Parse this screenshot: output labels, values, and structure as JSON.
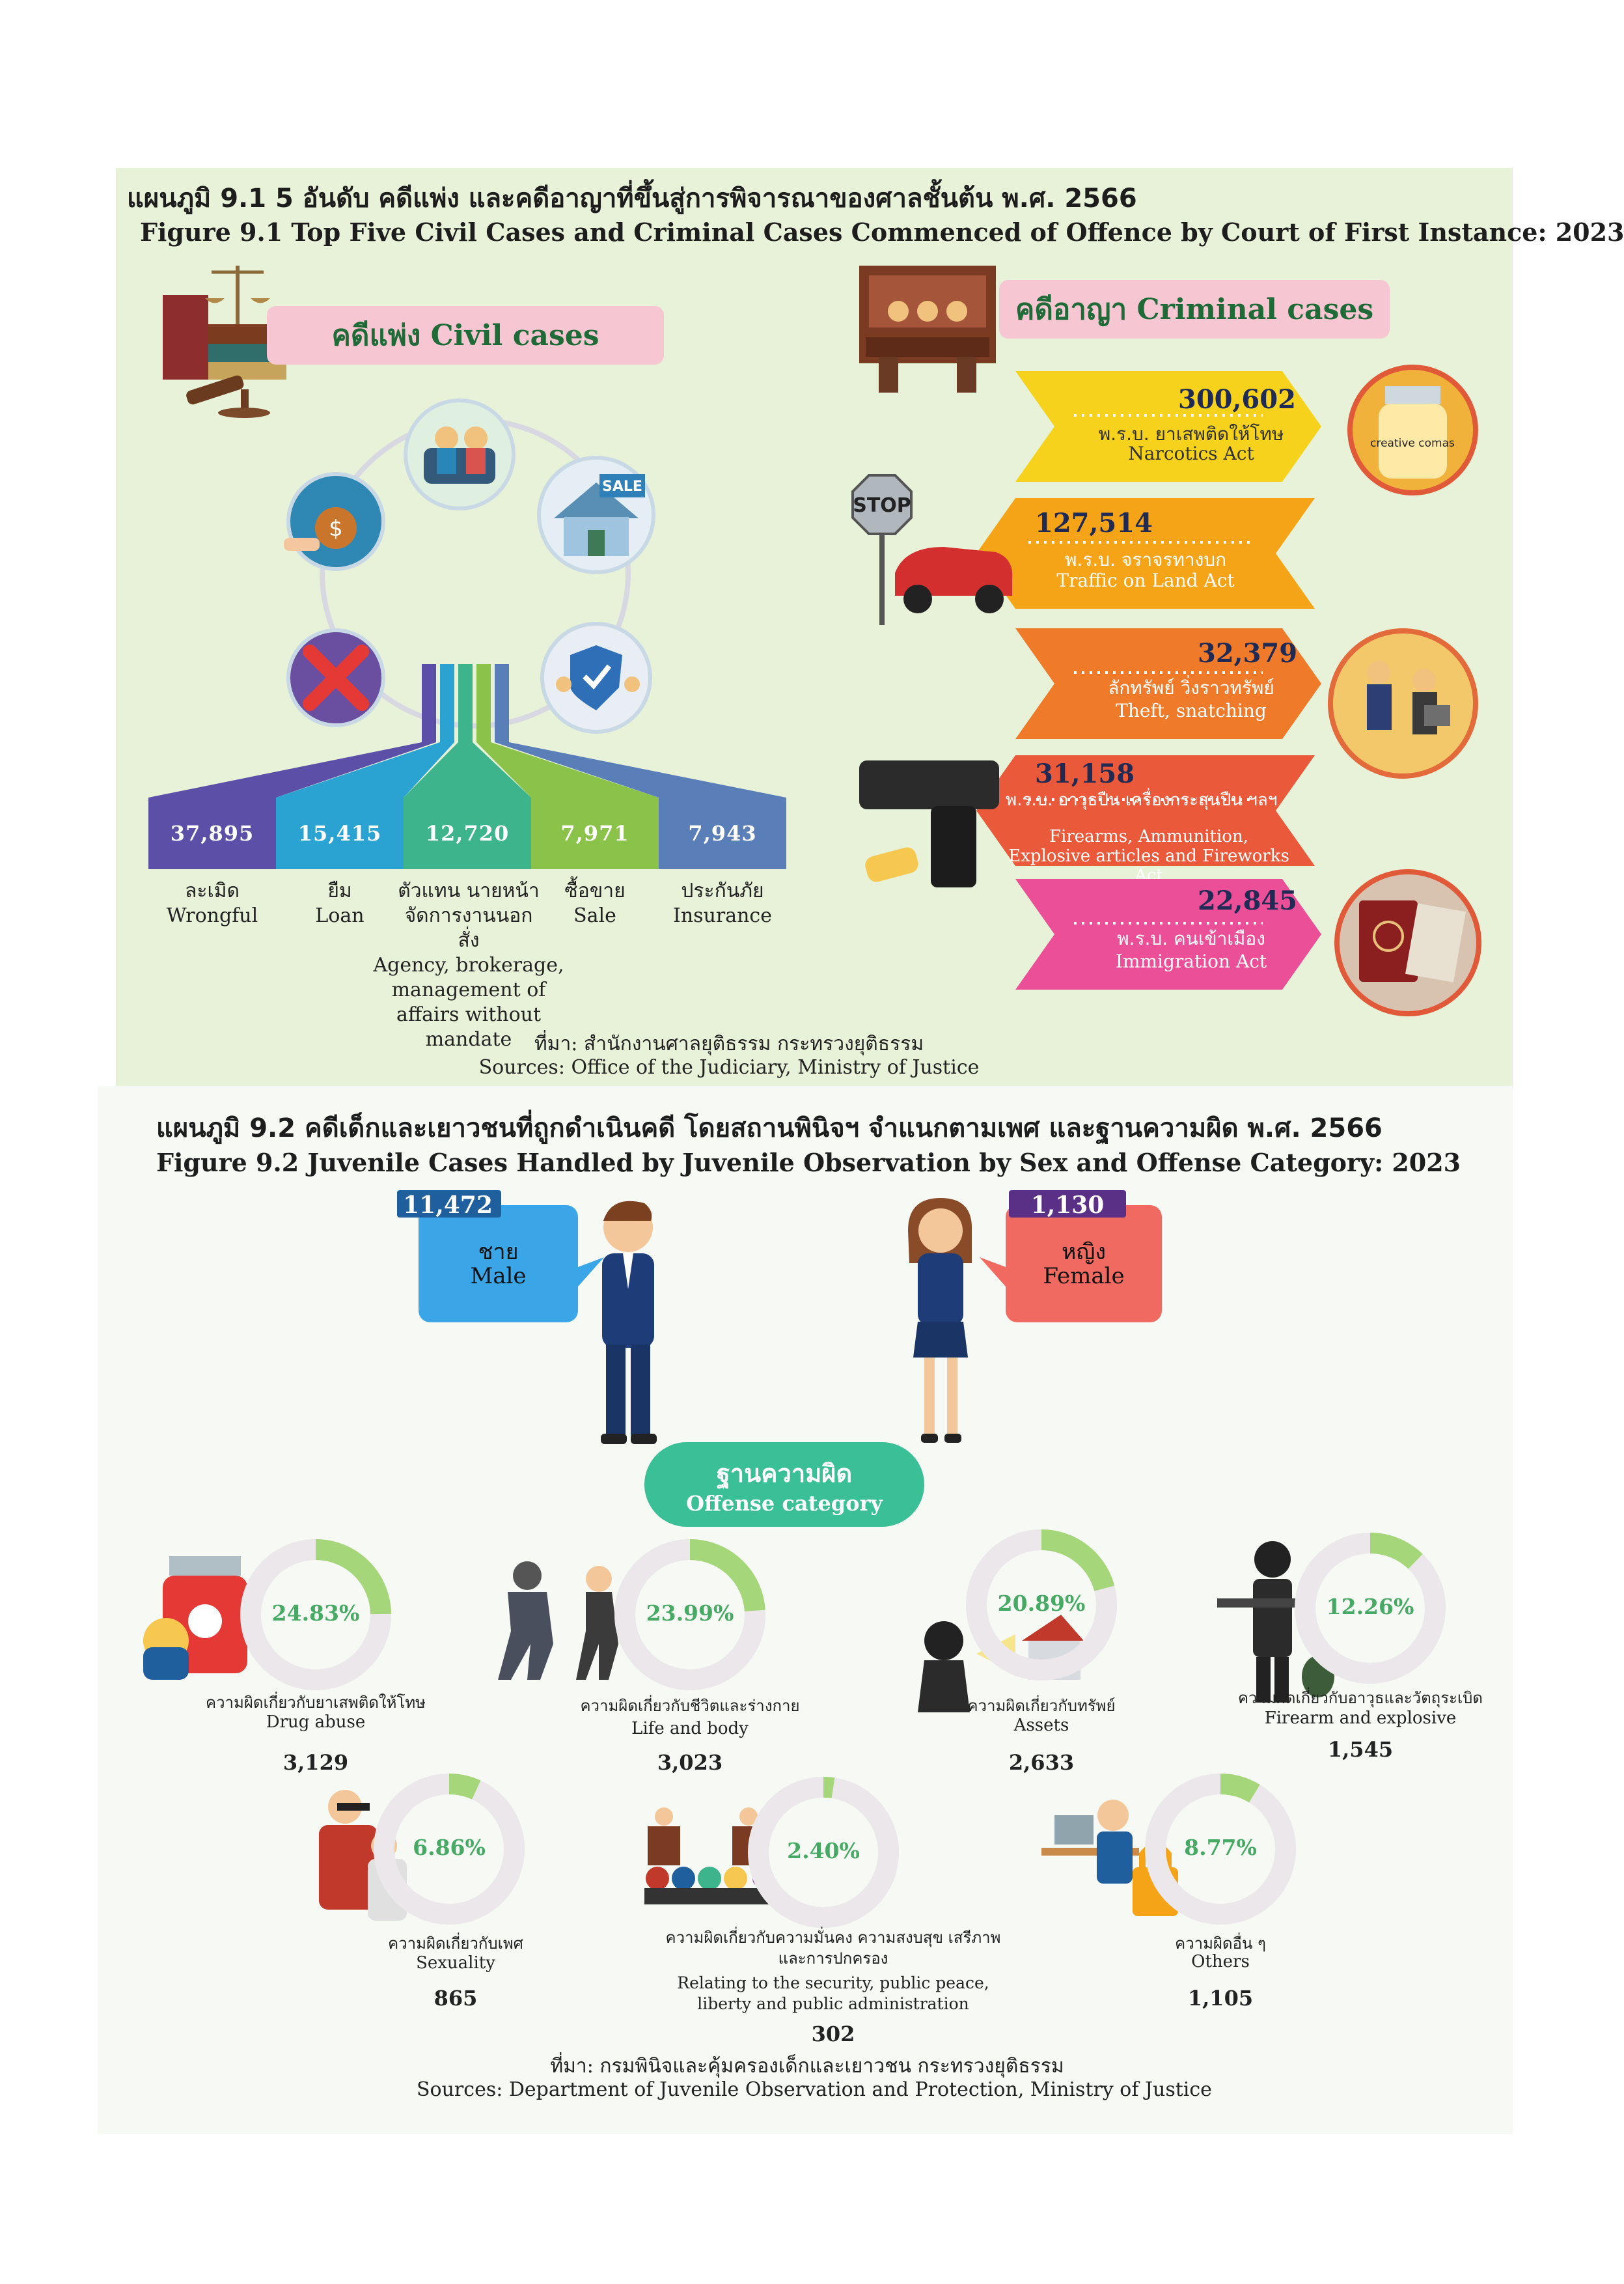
{
  "fig1": {
    "title_th": "แผนภูมิ 9.1 5 อันดับ คดีแพ่ง และคดีอาญาที่ขึ้นสู่การพิจารณาของศาลชั้นต้น พ.ศ. 2566",
    "title_en": "Figure 9.1 Top Five Civil Cases and Criminal Cases Commenced of Offence by Court of First Instance: 2023",
    "civil_banner": "คดีแพ่ง  Civil cases",
    "criminal_banner": "คดีอาญา  Criminal cases",
    "civil": [
      {
        "value": "37,895",
        "th": "ละเมิด",
        "en": "Wrongful",
        "color": "#5b4fa8"
      },
      {
        "value": "15,415",
        "th": "ยืม",
        "en": "Loan",
        "color": "#2aa3d3"
      },
      {
        "value": "12,720",
        "th": "ตัวแทน นายหน้า จัดการงานนอกสั่ง",
        "en": "Agency, brokerage, management of affairs without mandate",
        "color": "#3db48b"
      },
      {
        "value": "7,971",
        "th": "ซื้อขาย",
        "en": "Sale",
        "color": "#8bc34a"
      },
      {
        "value": "7,943",
        "th": "ประกันภัย",
        "en": "Insurance",
        "color": "#5a7fb8"
      }
    ],
    "criminal": [
      {
        "value": "300,602",
        "th": "พ.ร.บ. ยาเสพติดให้โทษ",
        "en": "Narcotics Act",
        "color": "#f6d21c"
      },
      {
        "value": "127,514",
        "th": "พ.ร.บ. จราจรทางบก",
        "en": "Traffic on Land Act",
        "color": "#f5a418"
      },
      {
        "value": "32,379",
        "th": "ลักทรัพย์ วิ่งราวทรัพย์",
        "en": "Theft, snatching",
        "color": "#ef7b2a"
      },
      {
        "value": "31,158",
        "th": "พ.ร.บ. อาวุธปืน เครื่องกระสุนปืน ฯลฯ",
        "en": "Firearms, Ammunition, Explosive articles and Fireworks Act",
        "color": "#e9593a"
      },
      {
        "value": "22,845",
        "th": "พ.ร.บ. คนเข้าเมือง",
        "en": "Immigration Act",
        "color": "#ea4f97"
      }
    ],
    "icon_labels": {
      "stop": "STOP",
      "sale": "SALE",
      "creative": "creative comas"
    },
    "source_th": "ที่มา: สำนักงานศาลยุติธรรม กระทรวงยุติธรรม",
    "source_en": "Sources: Office of the Judiciary, Ministry of Justice"
  },
  "fig2": {
    "title_th": "แผนภูมิ 9.2 คดีเด็กและเยาวชนที่ถูกดำเนินคดี โดยสถานพินิจฯ จำแนกตามเพศ และฐานความผิด พ.ศ. 2566",
    "title_en": "Figure 9.2 Juvenile Cases Handled by Juvenile Observation by Sex and Offense Category: 2023",
    "male": {
      "value": "11,472",
      "th": "ชาย",
      "en": "Male",
      "color": "#3aa6e8"
    },
    "female": {
      "value": "1,130",
      "th": "หญิง",
      "en": "Female",
      "color": "#f06a61"
    },
    "category_th": "ฐานความผิด",
    "category_en": "Offense category",
    "offenses": [
      {
        "pct": "24.83%",
        "pct_num": 24.83,
        "th": "ความผิดเกี่ยวกับยาเสพติดให้โทษ",
        "en": "Drug abuse",
        "value": "3,129"
      },
      {
        "pct": "23.99%",
        "pct_num": 23.99,
        "th": "ความผิดเกี่ยวกับชีวิตและร่างกาย",
        "en": "Life and body",
        "value": "3,023"
      },
      {
        "pct": "20.89%",
        "pct_num": 20.89,
        "th": "ความผิดเกี่ยวกับทรัพย์",
        "en": "Assets",
        "value": "2,633"
      },
      {
        "pct": "12.26%",
        "pct_num": 12.26,
        "th": "ความผิดเกี่ยวกับอาวุธและวัตถุระเบิด",
        "en": "Firearm and explosive",
        "value": "1,545"
      },
      {
        "pct": "6.86%",
        "pct_num": 6.86,
        "th": "ความผิดเกี่ยวกับเพศ",
        "en": "Sexuality",
        "value": "865"
      },
      {
        "pct": "2.40%",
        "pct_num": 2.4,
        "th": "ความผิดเกี่ยวกับความมั่นคง ความสงบสุข เสรีภาพ และการปกครอง",
        "en": "Relating to the security, public peace, liberty and public administration",
        "value": "302"
      },
      {
        "pct": "8.77%",
        "pct_num": 8.77,
        "th": "ความผิดอื่น ๆ",
        "en": "Others",
        "value": "1,105"
      }
    ],
    "source_th": "ที่มา: กรมพินิจและคุ้มครองเด็กและเยาวชน  กระทรวงยุติธรรม",
    "source_en": "Sources: Department of Juvenile Observation and Protection,  Ministry of Justice"
  },
  "colors": {
    "donut_fill": "#a6d67a",
    "donut_track": "#ebe7ea",
    "pct_text": "#46a964",
    "category_pill": "#3bbf97"
  }
}
